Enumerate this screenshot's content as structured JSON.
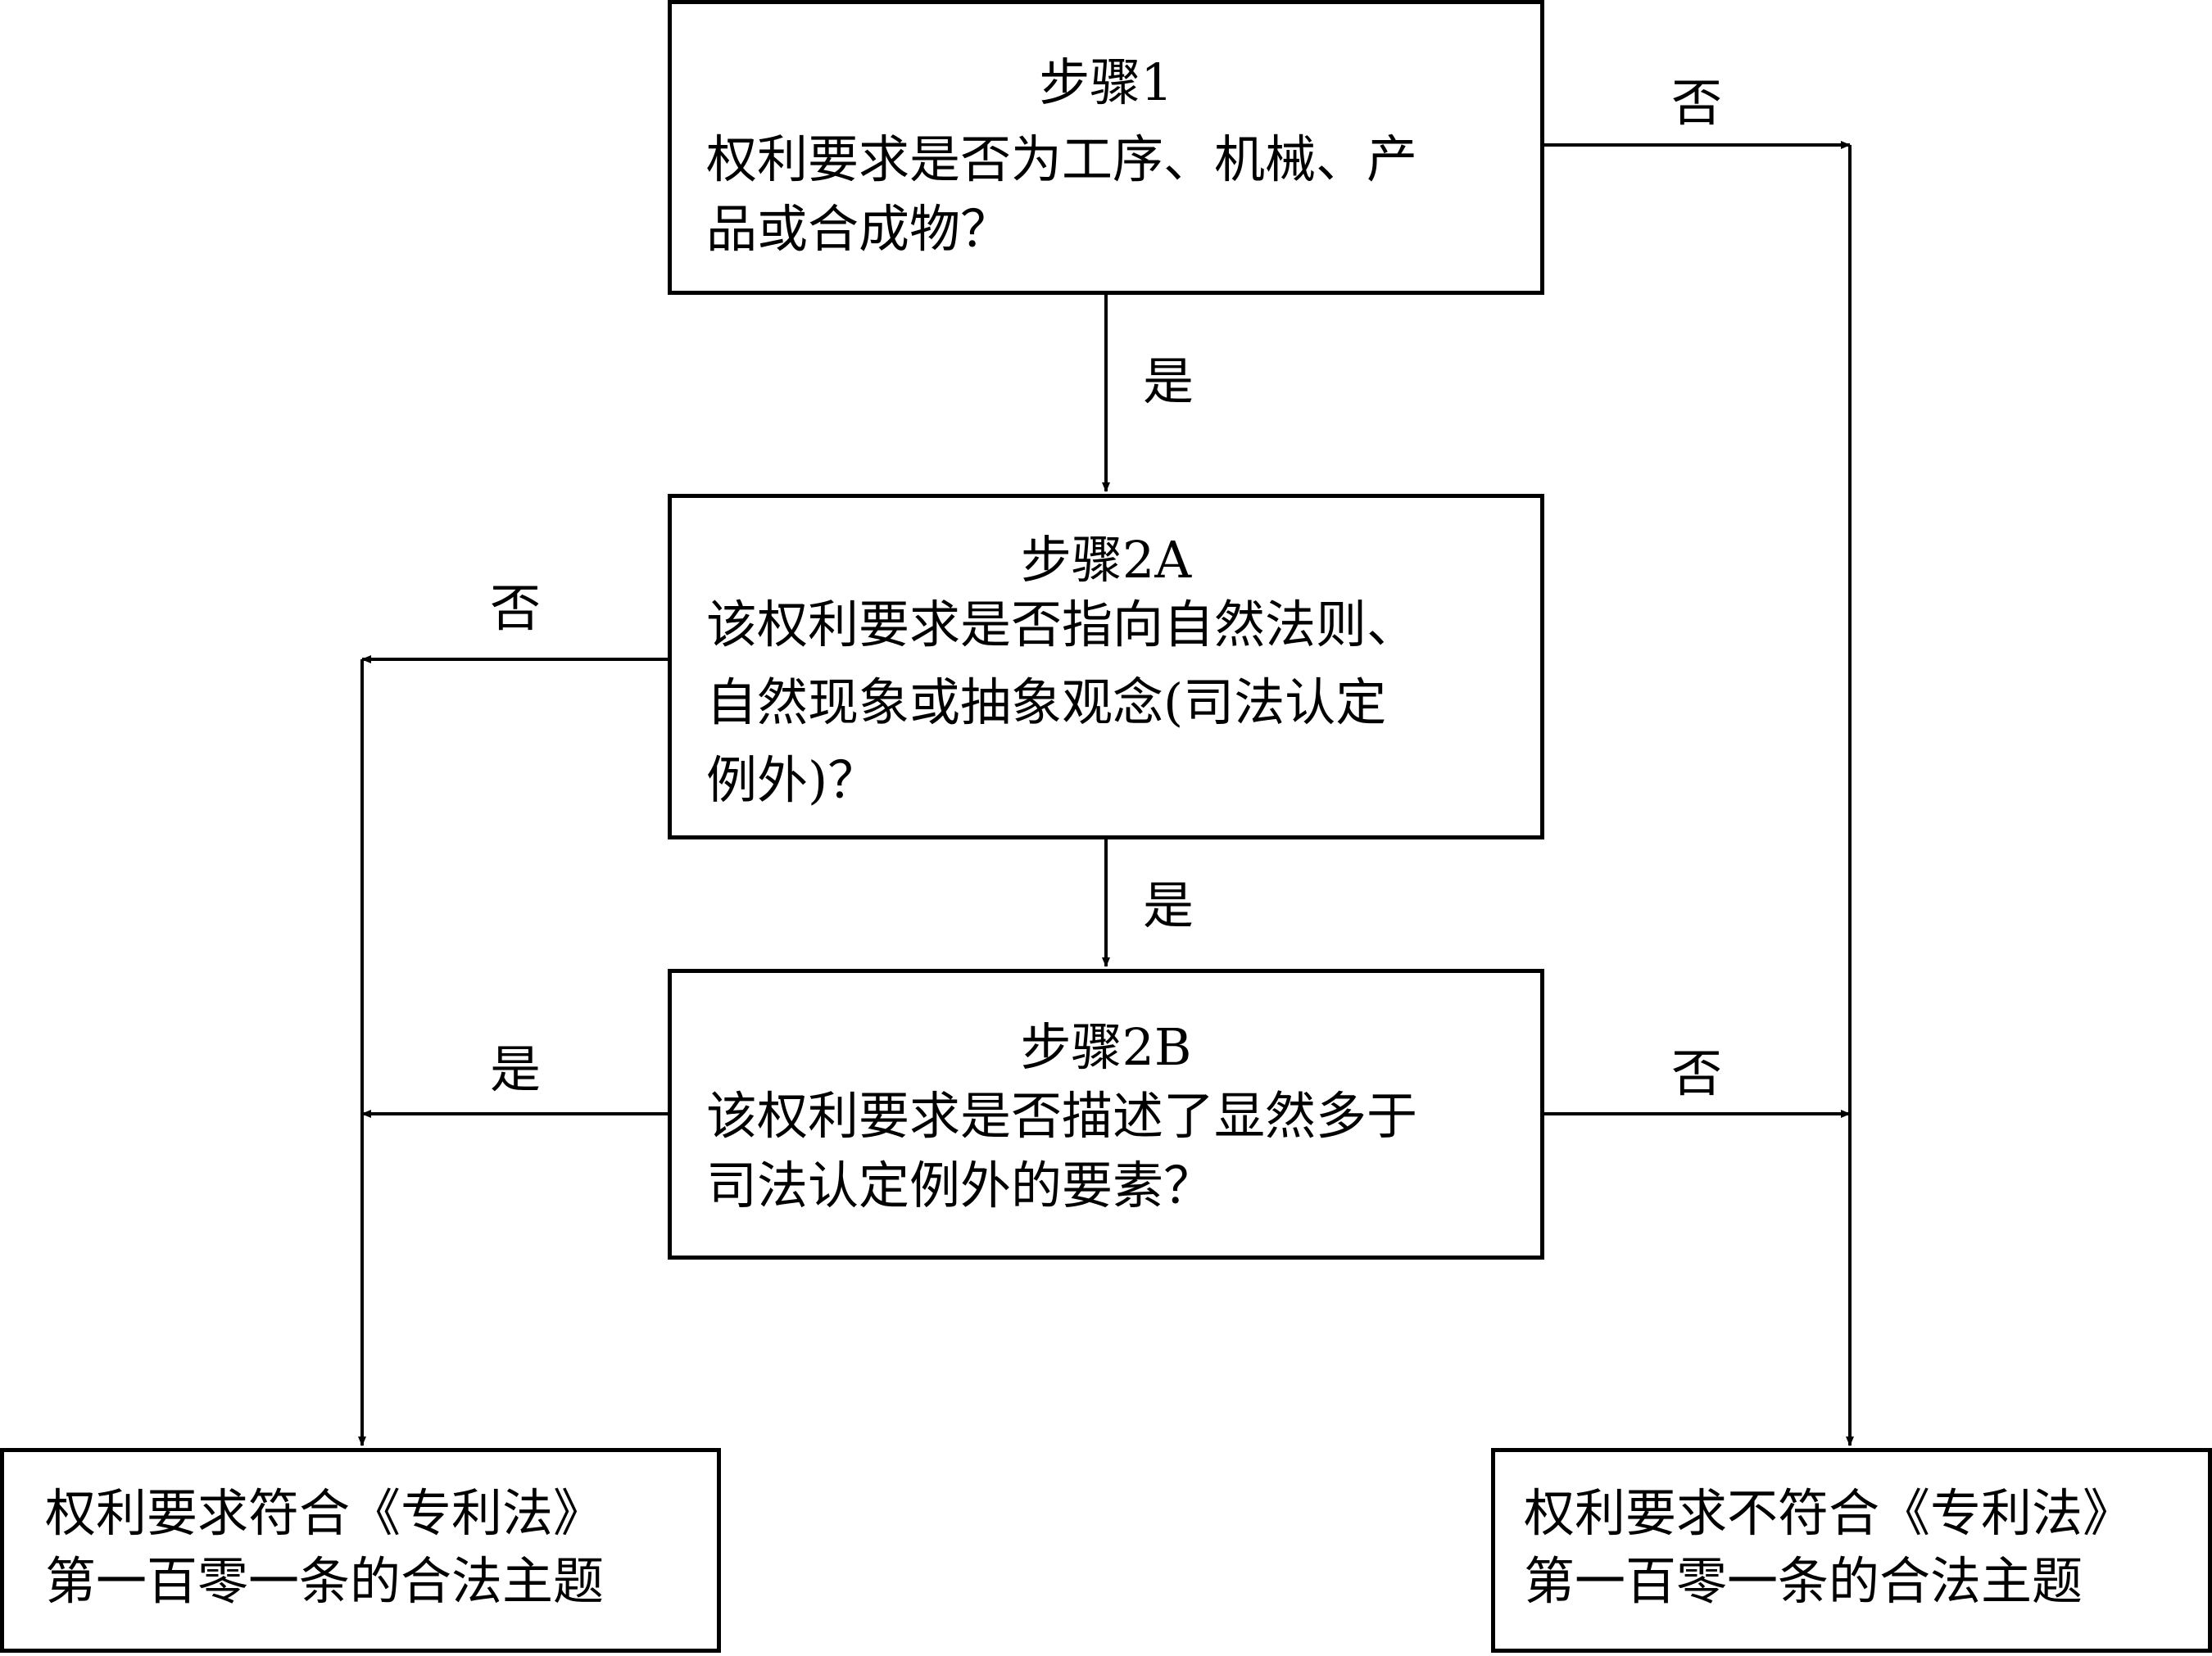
{
  "labels": {
    "yes": "是",
    "no": "否"
  },
  "step1": {
    "title": "步骤1",
    "question_line1": "权利要求是否为工序、机械、产",
    "question_line2": "品或合成物？"
  },
  "step2a": {
    "title": "步骤2A",
    "question_line1": "该权利要求是否指向自然法则、",
    "question_line2": "自然现象或抽象观念(司法认定",
    "question_line3": "例外)？"
  },
  "step2b": {
    "title": "步骤2B",
    "question_line1": "该权利要求是否描述了显然多于",
    "question_line2": "司法认定例外的要素？"
  },
  "result_eligible": {
    "line1": "权利要求符合《专利法》",
    "line2": "第一百零一条的合法主题"
  },
  "result_ineligible": {
    "line1": "权利要求不符合《专利法》",
    "line2": "第一百零一条的合法主题"
  }
}
